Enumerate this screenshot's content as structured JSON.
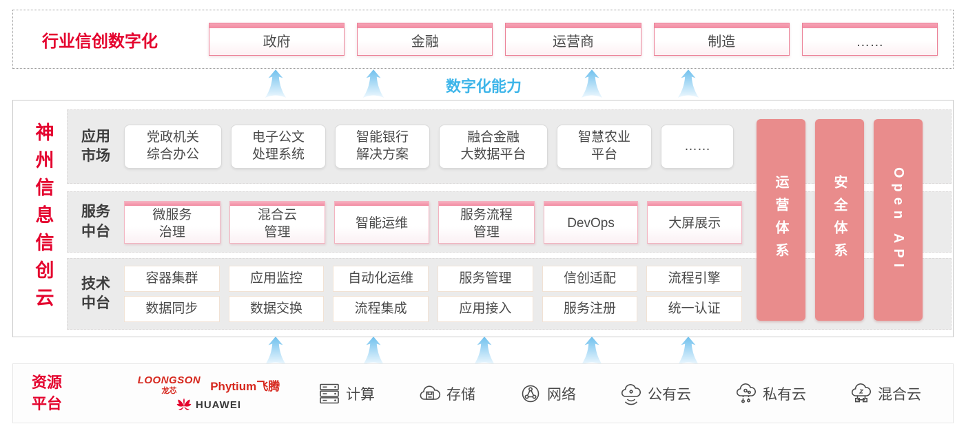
{
  "top_section": {
    "title": "行业信创数字化",
    "industries": [
      "政府",
      "金融",
      "运营商",
      "制造",
      "……"
    ]
  },
  "capability_label": "数字化能力",
  "main_section": {
    "side_title": "神州信息信创云",
    "rows": [
      {
        "label": "应用\n市场",
        "items": [
          "党政机关\n综合办公",
          "电子公文\n处理系统",
          "智能银行\n解决方案",
          "融合金融\n大数据平台",
          "智慧农业\n平台",
          "……"
        ]
      },
      {
        "label": "服务\n中台",
        "items": [
          "微服务\n治理",
          "混合云\n管理",
          "智能运维",
          "服务流程\n管理",
          "DevOps",
          "大屏展示"
        ]
      },
      {
        "label": "技术\n中台",
        "items": [
          "容器集群",
          "应用监控",
          "自动化运维",
          "服务管理",
          "信创适配",
          "流程引擎",
          "数据同步",
          "数据交换",
          "流程集成",
          "应用接入",
          "服务注册",
          "统一认证"
        ]
      }
    ],
    "pillars": [
      "运营体系",
      "安全体系",
      "Open API"
    ]
  },
  "resource_section": {
    "title": "资源\n平台",
    "vendors": {
      "loongson": "LOONGSON",
      "loongson_sub": "龙芯",
      "phytium": "Phytium飞腾",
      "huawei": "HUAWEI"
    },
    "resources": [
      {
        "icon": "compute-icon",
        "label": "计算"
      },
      {
        "icon": "storage-icon",
        "label": "存储"
      },
      {
        "icon": "network-icon",
        "label": "网络"
      },
      {
        "icon": "public-cloud-icon",
        "label": "公有云"
      },
      {
        "icon": "private-cloud-icon",
        "label": "私有云"
      },
      {
        "icon": "hybrid-cloud-icon",
        "label": "混合云"
      }
    ]
  },
  "colors": {
    "accent_red": "#e4032e",
    "pillar_salmon": "#e98c8c",
    "capability_blue": "#3db5e9",
    "arrow_blue": "#7ec6ef"
  }
}
